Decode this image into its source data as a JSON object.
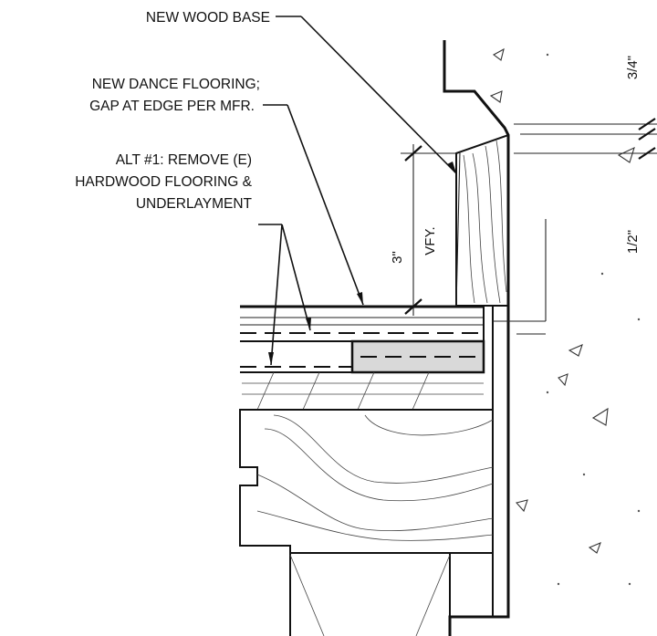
{
  "notes": {
    "wood_base": "NEW WOOD BASE",
    "dance_flooring_line1": "NEW DANCE FLOORING;",
    "dance_flooring_line2": "GAP AT EDGE PER MFR.",
    "alt1_line1": "ALT #1: REMOVE (E)",
    "alt1_line2": "HARDWOOD FLOORING &",
    "alt1_line3": "UNDERLAYMENT"
  },
  "dimensions": {
    "base_height": "3\"",
    "base_height_note": "VFY.",
    "top_dim": "3/4\"",
    "bottom_dim": "1/2\""
  }
}
